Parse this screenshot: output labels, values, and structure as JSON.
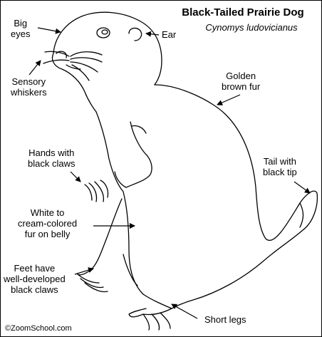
{
  "diagram": {
    "title": "Black-Tailed Prairie Dog",
    "scientific_name": "Cynomys ludovicianus",
    "copyright": "©ZoomSchool.com",
    "labels": {
      "big_eyes": "Big\neyes",
      "ear": "Ear",
      "sensory_whiskers": "Sensory\nwhiskers",
      "golden_fur": "Golden\nbrown fur",
      "hands": "Hands with\nblack claws",
      "tail": "Tail with\nblack tip",
      "belly": "White to\ncream-colored\nfur on belly",
      "feet": "Feet have\nwell-developed\nblack claws",
      "short_legs": "Short legs"
    }
  }
}
